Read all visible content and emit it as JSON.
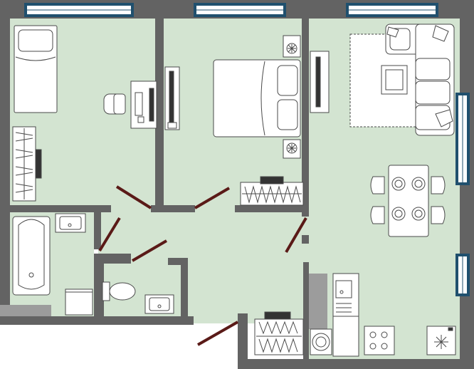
{
  "plan": {
    "colors": {
      "floor": "#d3e4d1",
      "wall": "#636363",
      "wall_light": "#9c9c9c",
      "window_frame": "#20506e",
      "window_glass": "#ffffff",
      "door": "#5a1a17",
      "furniture_fill": "#ffffff",
      "furniture_stroke": "#4a4a4a",
      "background": "#ffffff"
    },
    "rooms": [
      {
        "id": "bedroom-small",
        "kind": "bedroom"
      },
      {
        "id": "bedroom-master",
        "kind": "bedroom"
      },
      {
        "id": "living-kitchen",
        "kind": "living-room"
      },
      {
        "id": "hall",
        "kind": "hallway"
      },
      {
        "id": "bathroom",
        "kind": "bathroom"
      },
      {
        "id": "toilet",
        "kind": "toilet"
      }
    ],
    "windows": [
      {
        "id": "window-top-left",
        "wall": "top"
      },
      {
        "id": "window-top-middle",
        "wall": "top"
      },
      {
        "id": "window-top-right",
        "wall": "top"
      },
      {
        "id": "window-right-upper",
        "wall": "right"
      },
      {
        "id": "window-right-lower",
        "wall": "right"
      }
    ],
    "doors": [
      {
        "id": "door-small-bedroom"
      },
      {
        "id": "door-master-bedroom"
      },
      {
        "id": "door-living"
      },
      {
        "id": "door-bathroom"
      },
      {
        "id": "door-toilet"
      },
      {
        "id": "door-entrance"
      }
    ],
    "furniture": [
      "single-bed",
      "desk-small",
      "office-chair",
      "wardrobe-small-bedroom",
      "double-bed",
      "nightstand-top",
      "nightstand-bottom",
      "tv-stand-master",
      "wardrobe-master",
      "corner-sofa",
      "rug",
      "coffee-table",
      "tv-stand-living",
      "dining-table",
      "dining-chairs",
      "kitchen-sink",
      "dishwasher",
      "stove",
      "kitchen-hob",
      "washing-machine",
      "bathtub",
      "bathroom-sink",
      "toilet-bowl",
      "toilet-sink",
      "hall-wardrobe",
      "shoe-cabinet"
    ]
  }
}
